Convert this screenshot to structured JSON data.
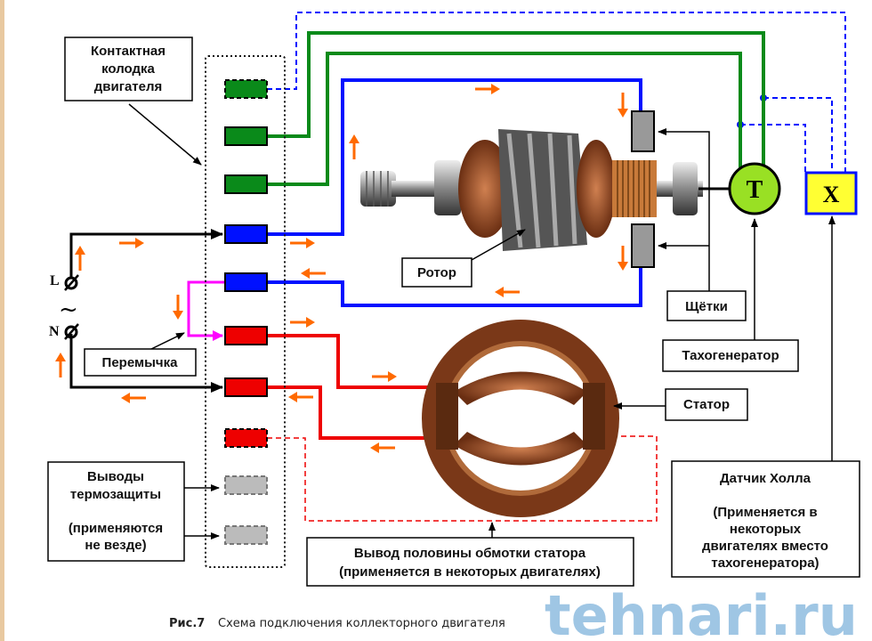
{
  "labels": {
    "terminal_block": [
      "Контактная",
      "колодка",
      "двигателя"
    ],
    "rotor": "Ротор",
    "brushes": "Щётки",
    "tachogenerator": "Тахогенератор",
    "stator": "Статор",
    "jumper": "Перемычка",
    "thermal": [
      "Выводы",
      "термозащиты",
      "(применяются",
      "не везде)"
    ],
    "half_winding": [
      "Вывод половины обмотки статора",
      "(применяется в некоторых двигателях)"
    ],
    "hall": [
      "Датчик Холла",
      "(Применяется в",
      "некоторых",
      "двигателях вместо",
      "тахогенератора)"
    ],
    "L": "L",
    "N": "N",
    "ac": "~",
    "tacho_symbol": "T",
    "hall_symbol": "X"
  },
  "caption": {
    "prefix": "Рис.7",
    "text": "Схема подключения коллекторного двигателя"
  },
  "watermark": "tehnari.ru",
  "colors": {
    "green": "#0a8a1a",
    "blue": "#0010ff",
    "red": "#ee0000",
    "magenta": "#ff00ff",
    "orange": "#ff6a00",
    "tacho": "#99e024",
    "hall": "#ffff33",
    "brush": "#999999"
  }
}
